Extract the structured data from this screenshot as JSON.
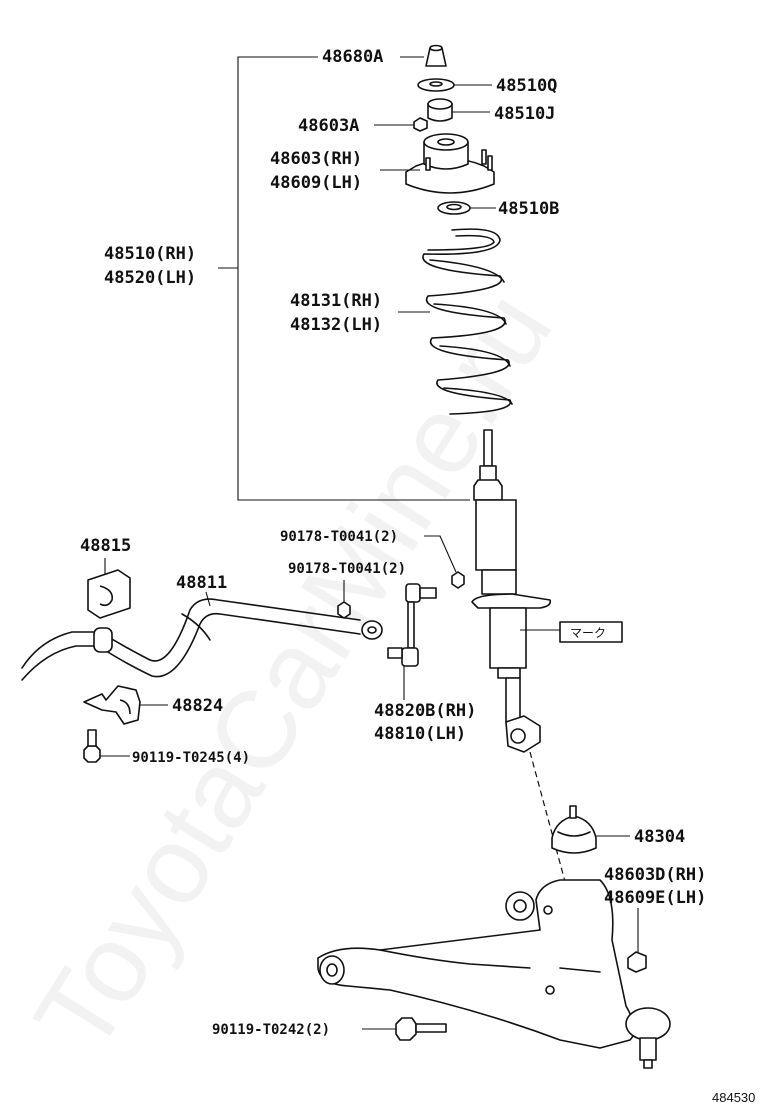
{
  "watermark": "ToyotaCarMine.ru",
  "figure_number": "484530",
  "labels": {
    "p48680A": "48680A",
    "p48510Q": "48510Q",
    "p48510J": "48510J",
    "p48603A": "48603A",
    "p48603_rh": "48603(RH)",
    "p48609_lh": "48609(LH)",
    "p48510B": "48510B",
    "p48510_rh": "48510(RH)",
    "p48520_lh": "48520(LH)",
    "p48131_rh": "48131(RH)",
    "p48132_lh": "48132(LH)",
    "p90178_a": "90178-T0041(2)",
    "p90178_b": "90178-T0041(2)",
    "p48815": "48815",
    "p48811": "48811",
    "mark": "マーク",
    "p48820B_rh": "48820B(RH)",
    "p48810_lh": "48810(LH)",
    "p48824": "48824",
    "p90119_T0245": "90119-T0245(4)",
    "p48304": "48304",
    "p48603D_rh": "48603D(RH)",
    "p48609E_lh": "48609E(LH)",
    "p90119_T0242": "90119-T0242(2)"
  }
}
